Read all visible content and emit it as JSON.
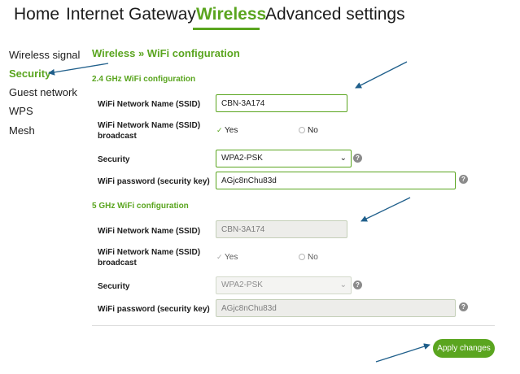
{
  "top_nav": {
    "tabs": [
      {
        "label": "Home"
      },
      {
        "label": "Internet"
      },
      {
        "label": "Gateway"
      },
      {
        "label": "Wireless",
        "active": true
      },
      {
        "label": "Advanced settings"
      }
    ]
  },
  "sidebar": {
    "items": [
      {
        "label": "Wireless signal"
      },
      {
        "label": "Security",
        "active": true
      },
      {
        "label": "Guest network"
      },
      {
        "label": "WPS"
      },
      {
        "label": "Mesh"
      }
    ]
  },
  "page": {
    "breadcrumb": "Wireless » WiFi configuration"
  },
  "band_24": {
    "heading": "2.4 GHz WiFi configuration",
    "ssid_label": "WiFi Network Name (SSID)",
    "ssid_value": "CBN-3A174",
    "broadcast_label_1": "WiFi Network Name (SSID)",
    "broadcast_label_2": "broadcast",
    "yes_label": "Yes",
    "no_label": "No",
    "broadcast_selected": "Yes",
    "security_label": "Security",
    "security_value": "WPA2-PSK",
    "password_label": "WiFi password (security key)",
    "password_value": "AGjc8nChu83d",
    "help_glyph": "?"
  },
  "band_5": {
    "heading": "5 GHz WiFi configuration",
    "ssid_label": "WiFi Network Name (SSID)",
    "ssid_value": "CBN-3A174",
    "broadcast_label_1": "WiFi Network Name (SSID)",
    "broadcast_label_2": "broadcast",
    "yes_label": "Yes",
    "no_label": "No",
    "broadcast_selected": "Yes",
    "security_label": "Security",
    "security_value": "WPA2-PSK",
    "password_label": "WiFi password (security key)",
    "password_value": "AGjc8nChu83d",
    "help_glyph": "?",
    "disabled": true
  },
  "actions": {
    "apply_label": "Apply changes"
  },
  "colors": {
    "accent": "#5aa51f",
    "annotation_arrow": "#1f5f8b"
  },
  "icons": {
    "checkmark": "✓",
    "chevron": "⌄"
  }
}
